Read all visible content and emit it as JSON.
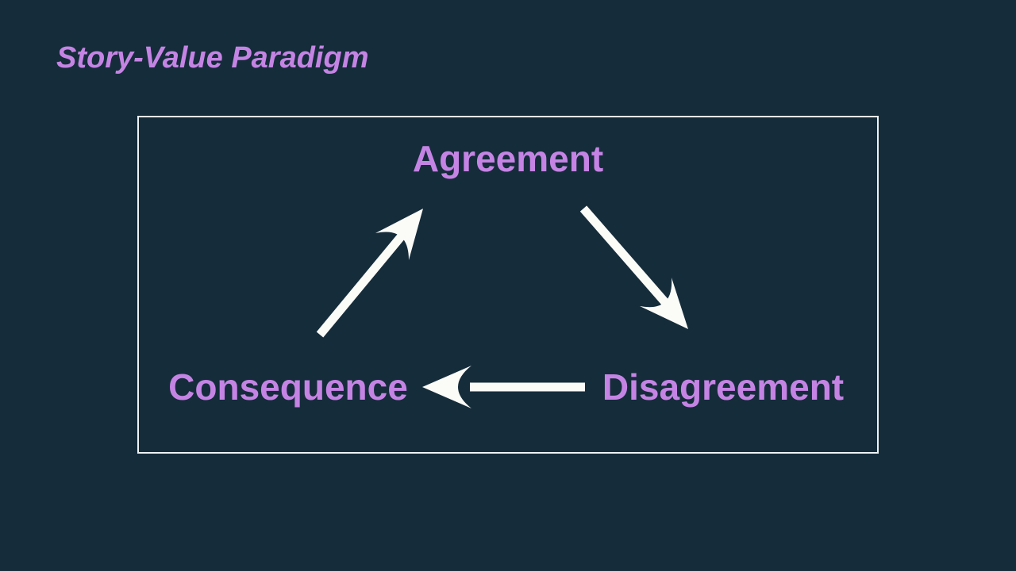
{
  "page": {
    "title": "Story-Value Paradigm"
  },
  "diagram": {
    "nodes": [
      {
        "id": "agreement",
        "label": "Agreement"
      },
      {
        "id": "disagreement",
        "label": "Disagreement"
      },
      {
        "id": "consequence",
        "label": "Consequence"
      }
    ],
    "edges": [
      {
        "from": "agreement",
        "to": "disagreement",
        "name": "arrow-agreement-to-disagreement"
      },
      {
        "from": "disagreement",
        "to": "consequence",
        "name": "arrow-disagreement-to-consequence"
      },
      {
        "from": "consequence",
        "to": "agreement",
        "name": "arrow-consequence-to-agreement"
      }
    ]
  },
  "colors": {
    "background": "#152C3B",
    "accent_purple": "#C584E4",
    "arrow_white": "#FBFBF7",
    "box_border": "#ECF2F2"
  }
}
